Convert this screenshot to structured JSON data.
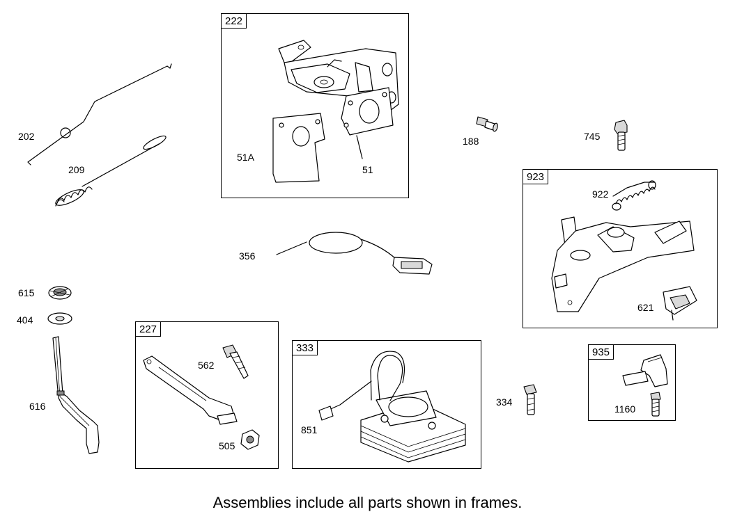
{
  "frames": [
    {
      "id": "222"
    },
    {
      "id": "923"
    },
    {
      "id": "227"
    },
    {
      "id": "333"
    },
    {
      "id": "935"
    }
  ],
  "labels": {
    "p202": "202",
    "p209": "209",
    "p51A": "51A",
    "p51": "51",
    "p188": "188",
    "p745": "745",
    "p922": "922",
    "p621": "621",
    "p356": "356",
    "p615": "615",
    "p404": "404",
    "p616": "616",
    "p562": "562",
    "p505": "505",
    "p851": "851",
    "p334": "334",
    "p1160": "1160"
  },
  "caption": "Assemblies include all parts shown in frames."
}
